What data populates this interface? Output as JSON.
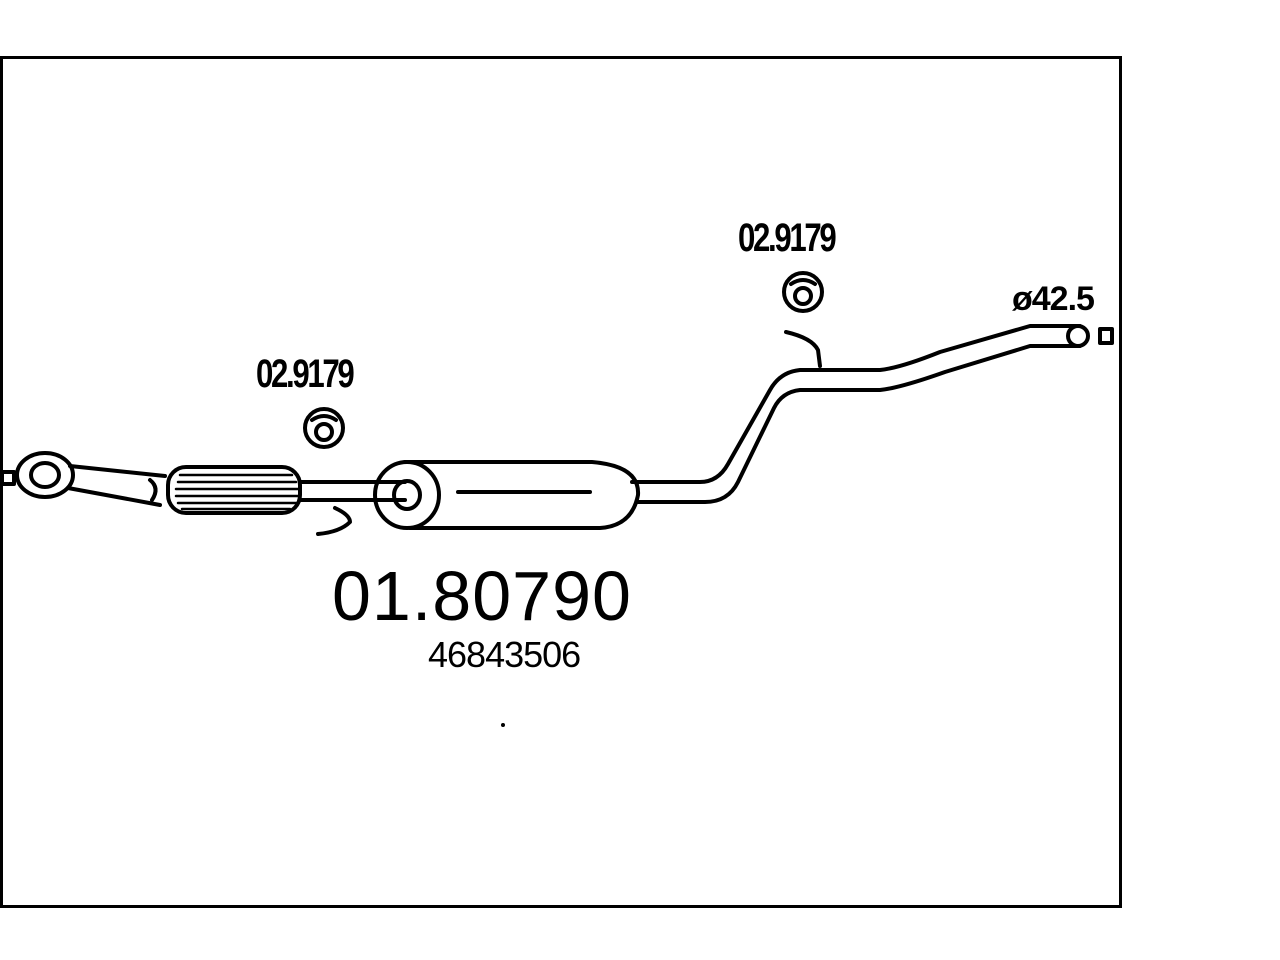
{
  "labels": {
    "clip_left": "02.9179",
    "clip_right": "02.9179",
    "diameter": "ø42.5",
    "part_number": "01.80790",
    "oe_number": "46843506"
  },
  "colors": {
    "line": "#000000",
    "background": "#ffffff"
  }
}
